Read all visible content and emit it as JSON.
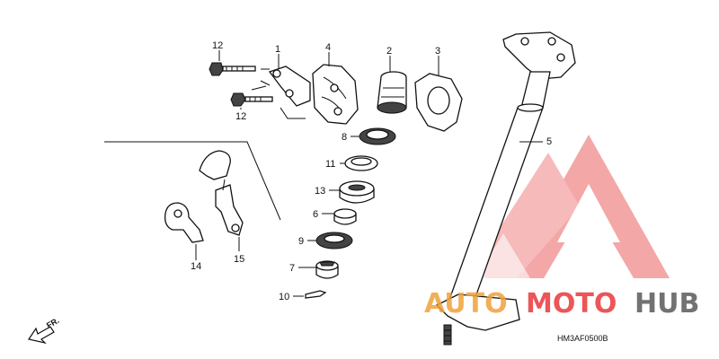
{
  "diagram": {
    "callouts": [
      {
        "id": "c12a",
        "label": "12"
      },
      {
        "id": "c1",
        "label": "1"
      },
      {
        "id": "c4",
        "label": "4"
      },
      {
        "id": "c2",
        "label": "2"
      },
      {
        "id": "c3",
        "label": "3"
      },
      {
        "id": "c12b",
        "label": "12"
      },
      {
        "id": "c8",
        "label": "8"
      },
      {
        "id": "c5",
        "label": "5"
      },
      {
        "id": "c11",
        "label": "11"
      },
      {
        "id": "c13",
        "label": "13"
      },
      {
        "id": "c6",
        "label": "6"
      },
      {
        "id": "c9",
        "label": "9"
      },
      {
        "id": "c7",
        "label": "7"
      },
      {
        "id": "c10",
        "label": "10"
      },
      {
        "id": "c14",
        "label": "14"
      },
      {
        "id": "c15",
        "label": "15"
      }
    ],
    "front_indicator": "FR.",
    "diagram_code": "HM3AF0500B"
  },
  "watermark": {
    "word_a": "AUTO",
    "word_b": "MOTO",
    "word_c": "HUB",
    "colors": {
      "red": "#e8393c",
      "orange": "#f2a23a",
      "gray": "#5a5a5a"
    }
  }
}
